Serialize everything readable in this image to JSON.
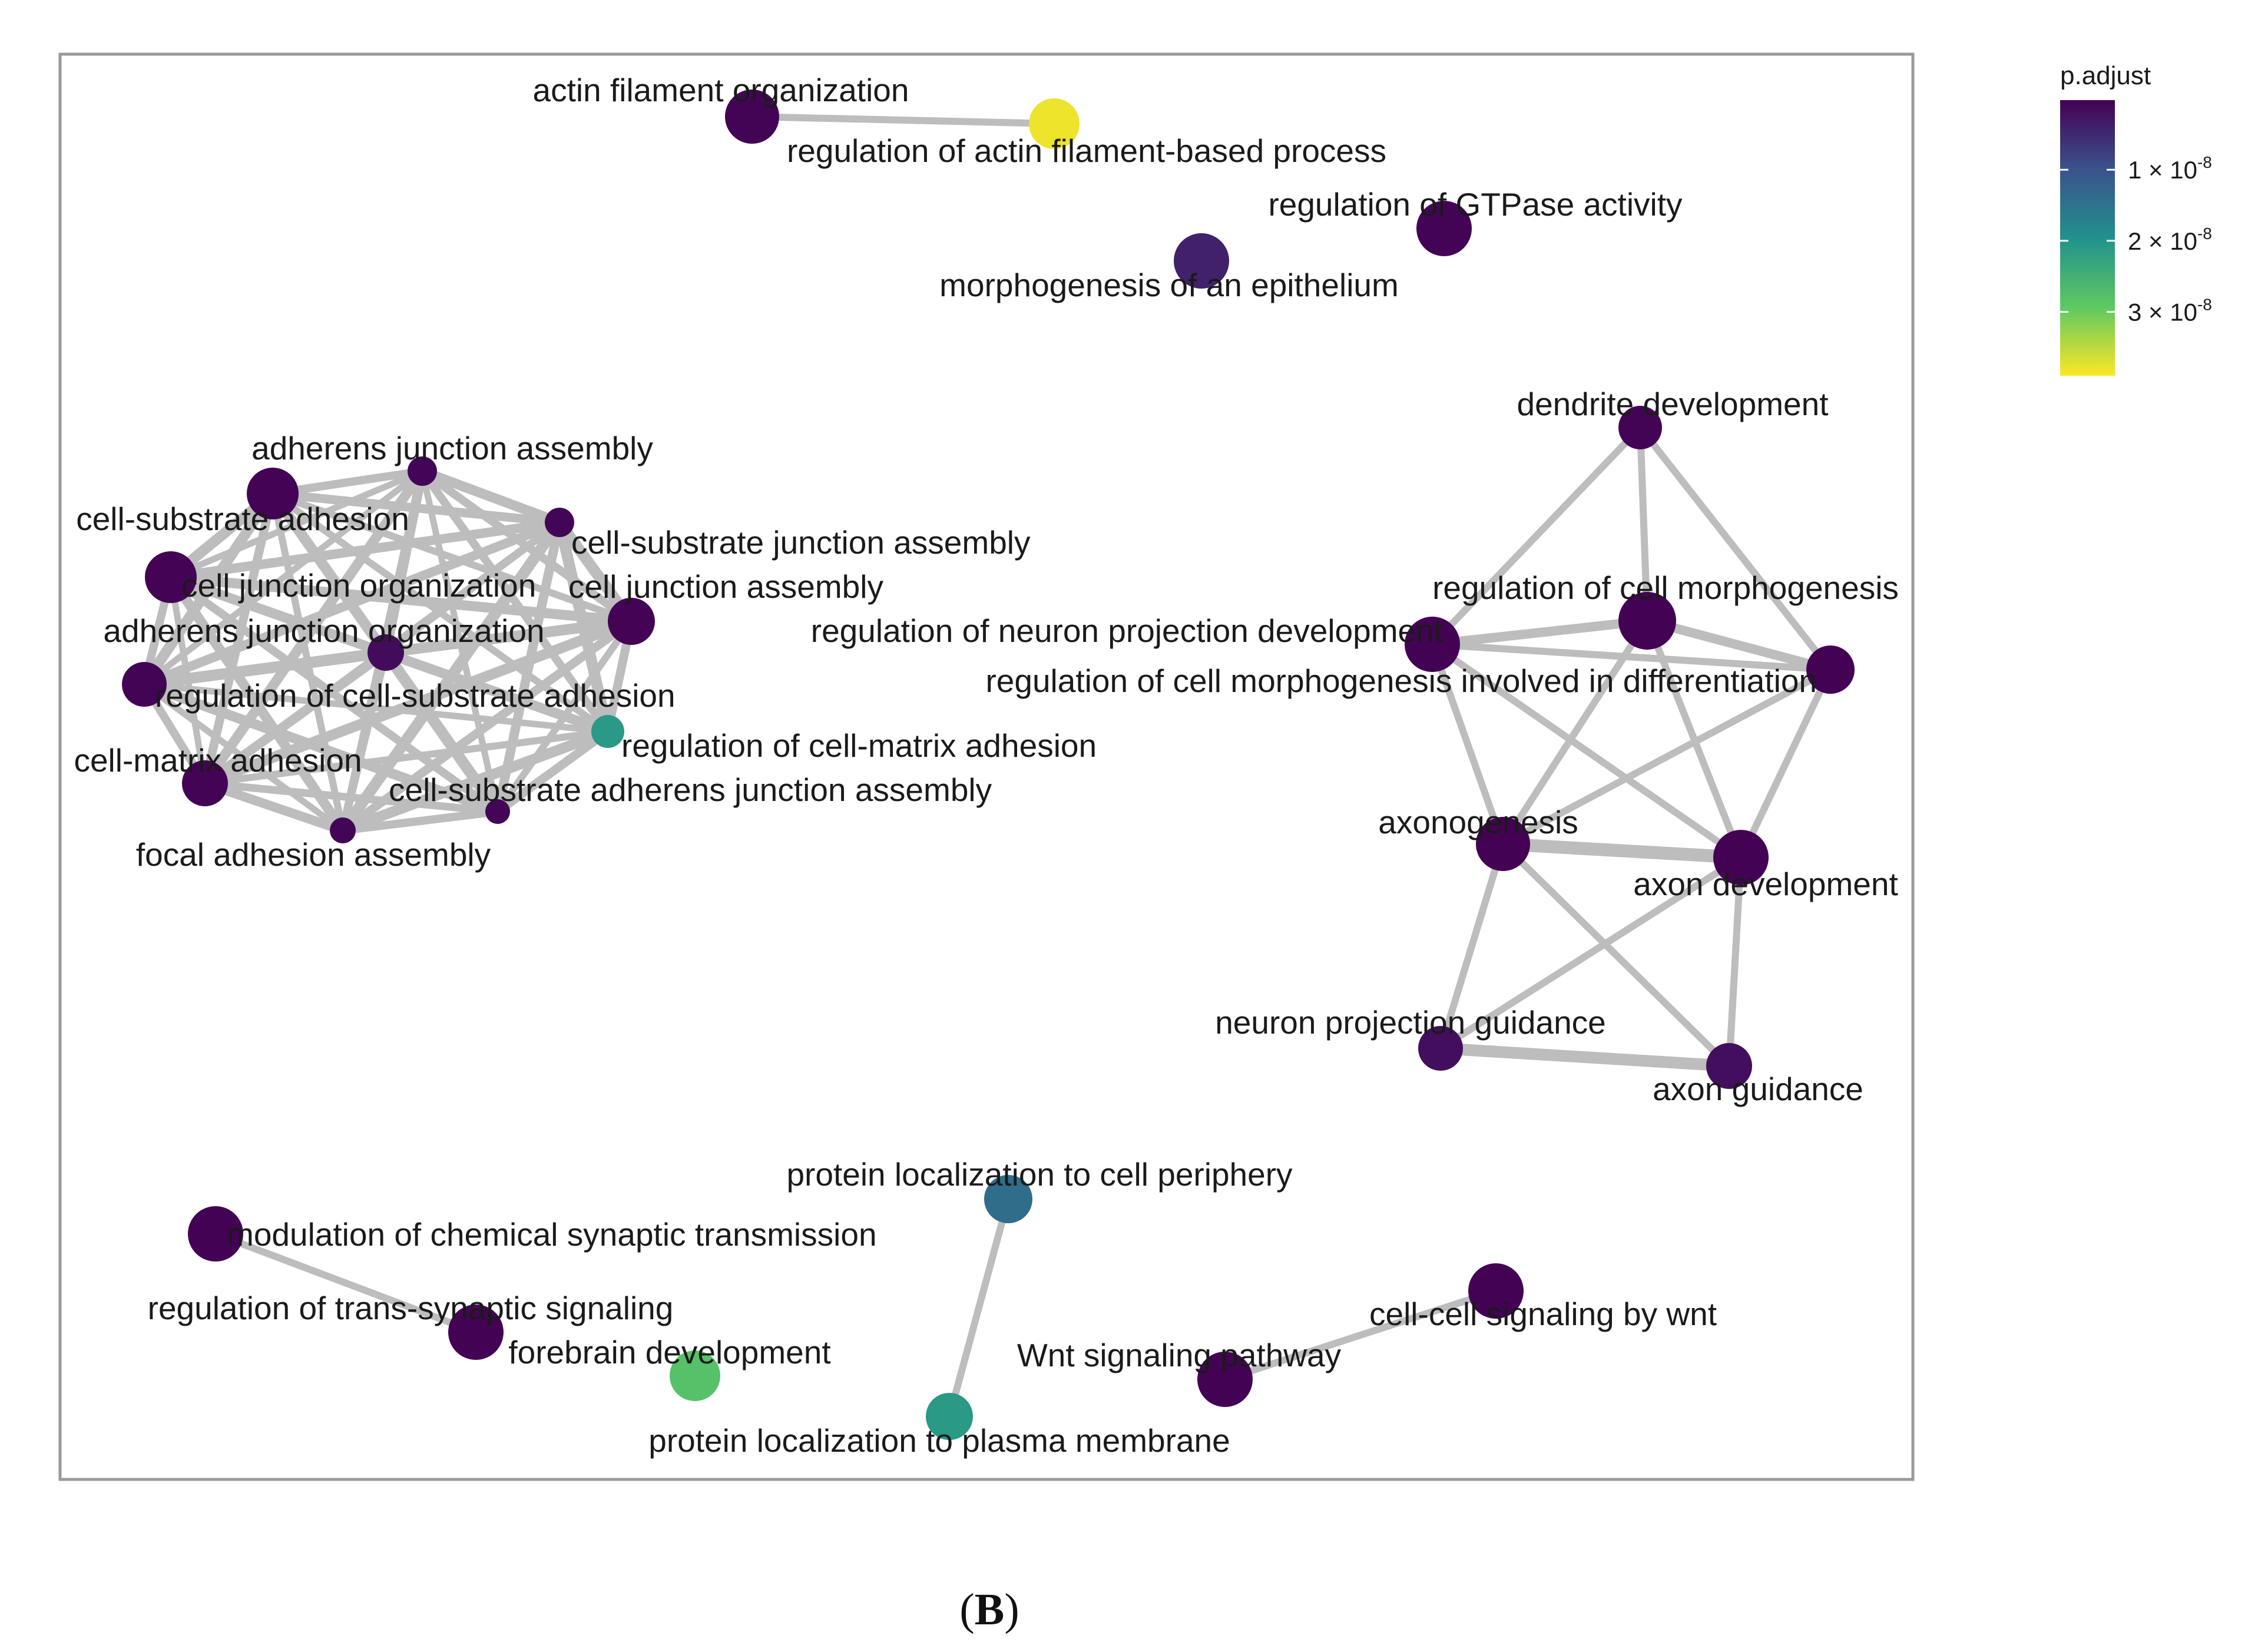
{
  "panel_label": "B",
  "legend": {
    "title": "p.adjust",
    "ticks": [
      {
        "mantissa": "1 × 10",
        "exponent": "-8",
        "value": 1e-08
      },
      {
        "mantissa": "2 × 10",
        "exponent": "-8",
        "value": 2e-08
      },
      {
        "mantissa": "3 × 10",
        "exponent": "-8",
        "value": 3e-08
      }
    ],
    "range": [
      2e-10,
      3.9e-08
    ],
    "colormap": [
      "#440154",
      "#3b528b",
      "#21918c",
      "#5ec962",
      "#fde725"
    ]
  },
  "colors": {
    "edge": "#bdbdbd",
    "frame": "#9a9a9a",
    "viridis_dark": "#440154",
    "viridis_yellow": "#fde725"
  },
  "chart_data": {
    "type": "network",
    "color_variable": "p.adjust",
    "nodes": [
      {
        "id": "actin_org",
        "label": "actin filament organization",
        "p_adjust": 5e-10
      },
      {
        "id": "reg_actin",
        "label": "regulation of actin filament-based process",
        "p_adjust": 3.8e-08
      },
      {
        "id": "reg_gtpase",
        "label": "regulation of GTPase activity",
        "p_adjust": 5e-10
      },
      {
        "id": "morph_epi",
        "label": "morphogenesis of an epithelium",
        "p_adjust": 4e-09
      },
      {
        "id": "aj_assembly",
        "label": "adherens junction assembly",
        "p_adjust": 8e-10
      },
      {
        "id": "cs_adhesion",
        "label": "cell-substrate adhesion",
        "p_adjust": 4e-10
      },
      {
        "id": "csj_assembly",
        "label": "cell-substrate junction assembly",
        "p_adjust": 8e-10
      },
      {
        "id": "cj_org",
        "label": "cell junction organization",
        "p_adjust": 4e-10
      },
      {
        "id": "cj_assembly",
        "label": "cell junction assembly",
        "p_adjust": 4e-10
      },
      {
        "id": "aj_org",
        "label": "adherens junction organization",
        "p_adjust": 1.5e-09
      },
      {
        "id": "reg_csa",
        "label": "regulation of cell-substrate adhesion",
        "p_adjust": 5e-10
      },
      {
        "id": "reg_cma",
        "label": "regulation of cell-matrix adhesion",
        "p_adjust": 2.1e-08
      },
      {
        "id": "cm_adhesion",
        "label": "cell-matrix adhesion",
        "p_adjust": 6e-10
      },
      {
        "id": "csaj_assembly",
        "label": "cell-substrate adherens junction assembly",
        "p_adjust": 8e-10
      },
      {
        "id": "fa_assembly",
        "label": "focal adhesion assembly",
        "p_adjust": 8e-10
      },
      {
        "id": "dendrite_dev",
        "label": "dendrite development",
        "p_adjust": 6e-10
      },
      {
        "id": "reg_cell_morph",
        "label": "regulation of cell morphogenesis",
        "p_adjust": 3e-10
      },
      {
        "id": "reg_npd",
        "label": "regulation of neuron projection development",
        "p_adjust": 3e-10
      },
      {
        "id": "reg_cmid",
        "label": "regulation of cell morphogenesis involved in differentiation",
        "p_adjust": 3e-10
      },
      {
        "id": "axonogenesis",
        "label": "axonogenesis",
        "p_adjust": 3e-10
      },
      {
        "id": "axon_dev",
        "label": "axon development",
        "p_adjust": 3e-10
      },
      {
        "id": "npg",
        "label": "neuron projection guidance",
        "p_adjust": 1.8e-09
      },
      {
        "id": "axon_guid",
        "label": "axon guidance",
        "p_adjust": 1.8e-09
      },
      {
        "id": "prot_loc_periph",
        "label": "protein localization to cell periphery",
        "p_adjust": 1.4e-08
      },
      {
        "id": "mod_cst",
        "label": "modulation of chemical synaptic transmission",
        "p_adjust": 3e-10
      },
      {
        "id": "reg_tss",
        "label": "regulation of trans-synaptic signaling",
        "p_adjust": 3e-10
      },
      {
        "id": "forebrain_dev",
        "label": "forebrain development",
        "p_adjust": 2.8e-08
      },
      {
        "id": "prot_loc_pm",
        "label": "protein localization to plasma membrane",
        "p_adjust": 2.1e-08
      },
      {
        "id": "wnt_path",
        "label": "Wnt signaling pathway",
        "p_adjust": 3e-10
      },
      {
        "id": "ccs_wnt",
        "label": "cell-cell signaling by wnt",
        "p_adjust": 3e-10
      }
    ],
    "edges": [
      [
        "actin_org",
        "reg_actin"
      ],
      [
        "dendrite_dev",
        "reg_npd"
      ],
      [
        "dendrite_dev",
        "reg_cell_morph"
      ],
      [
        "dendrite_dev",
        "reg_cmid"
      ],
      [
        "reg_npd",
        "reg_cell_morph"
      ],
      [
        "reg_npd",
        "reg_cmid"
      ],
      [
        "reg_npd",
        "axonogenesis"
      ],
      [
        "reg_npd",
        "axon_dev"
      ],
      [
        "reg_cell_morph",
        "reg_cmid"
      ],
      [
        "reg_cell_morph",
        "axonogenesis"
      ],
      [
        "reg_cell_morph",
        "axon_dev"
      ],
      [
        "reg_cmid",
        "axonogenesis"
      ],
      [
        "reg_cmid",
        "axon_dev"
      ],
      [
        "axonogenesis",
        "axon_dev"
      ],
      [
        "axonogenesis",
        "npg"
      ],
      [
        "axonogenesis",
        "axon_guid"
      ],
      [
        "axon_dev",
        "npg"
      ],
      [
        "axon_dev",
        "axon_guid"
      ],
      [
        "npg",
        "axon_guid"
      ],
      [
        "prot_loc_periph",
        "prot_loc_pm"
      ],
      [
        "mod_cst",
        "reg_tss"
      ],
      [
        "wnt_path",
        "ccs_wnt"
      ]
    ],
    "complete_subgraph": [
      "aj_assembly",
      "cs_adhesion",
      "csj_assembly",
      "cj_org",
      "cj_assembly",
      "aj_org",
      "reg_csa",
      "reg_cma",
      "cm_adhesion",
      "csaj_assembly",
      "fa_assembly"
    ]
  }
}
